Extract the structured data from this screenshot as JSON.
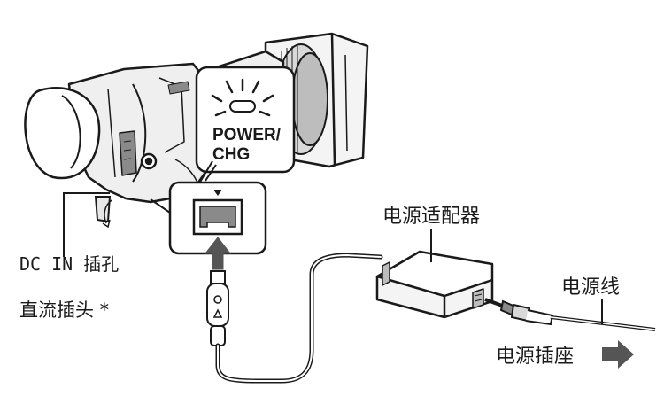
{
  "labels": {
    "power_chg_line1": "POWER/",
    "power_chg_line2": "CHG",
    "dc_in_jack": "DC IN 插孔",
    "dc_plug": "直流插头 *",
    "ac_adaptor": "电源适配器",
    "power_cord": "电源线",
    "wall_outlet": "电源插座"
  },
  "colors": {
    "line": "#1a1a1a",
    "fill_light": "#f2f2f2",
    "fill_mid": "#bdbdbd",
    "fill_dark": "#8a8a8a",
    "arrow": "#555555"
  }
}
